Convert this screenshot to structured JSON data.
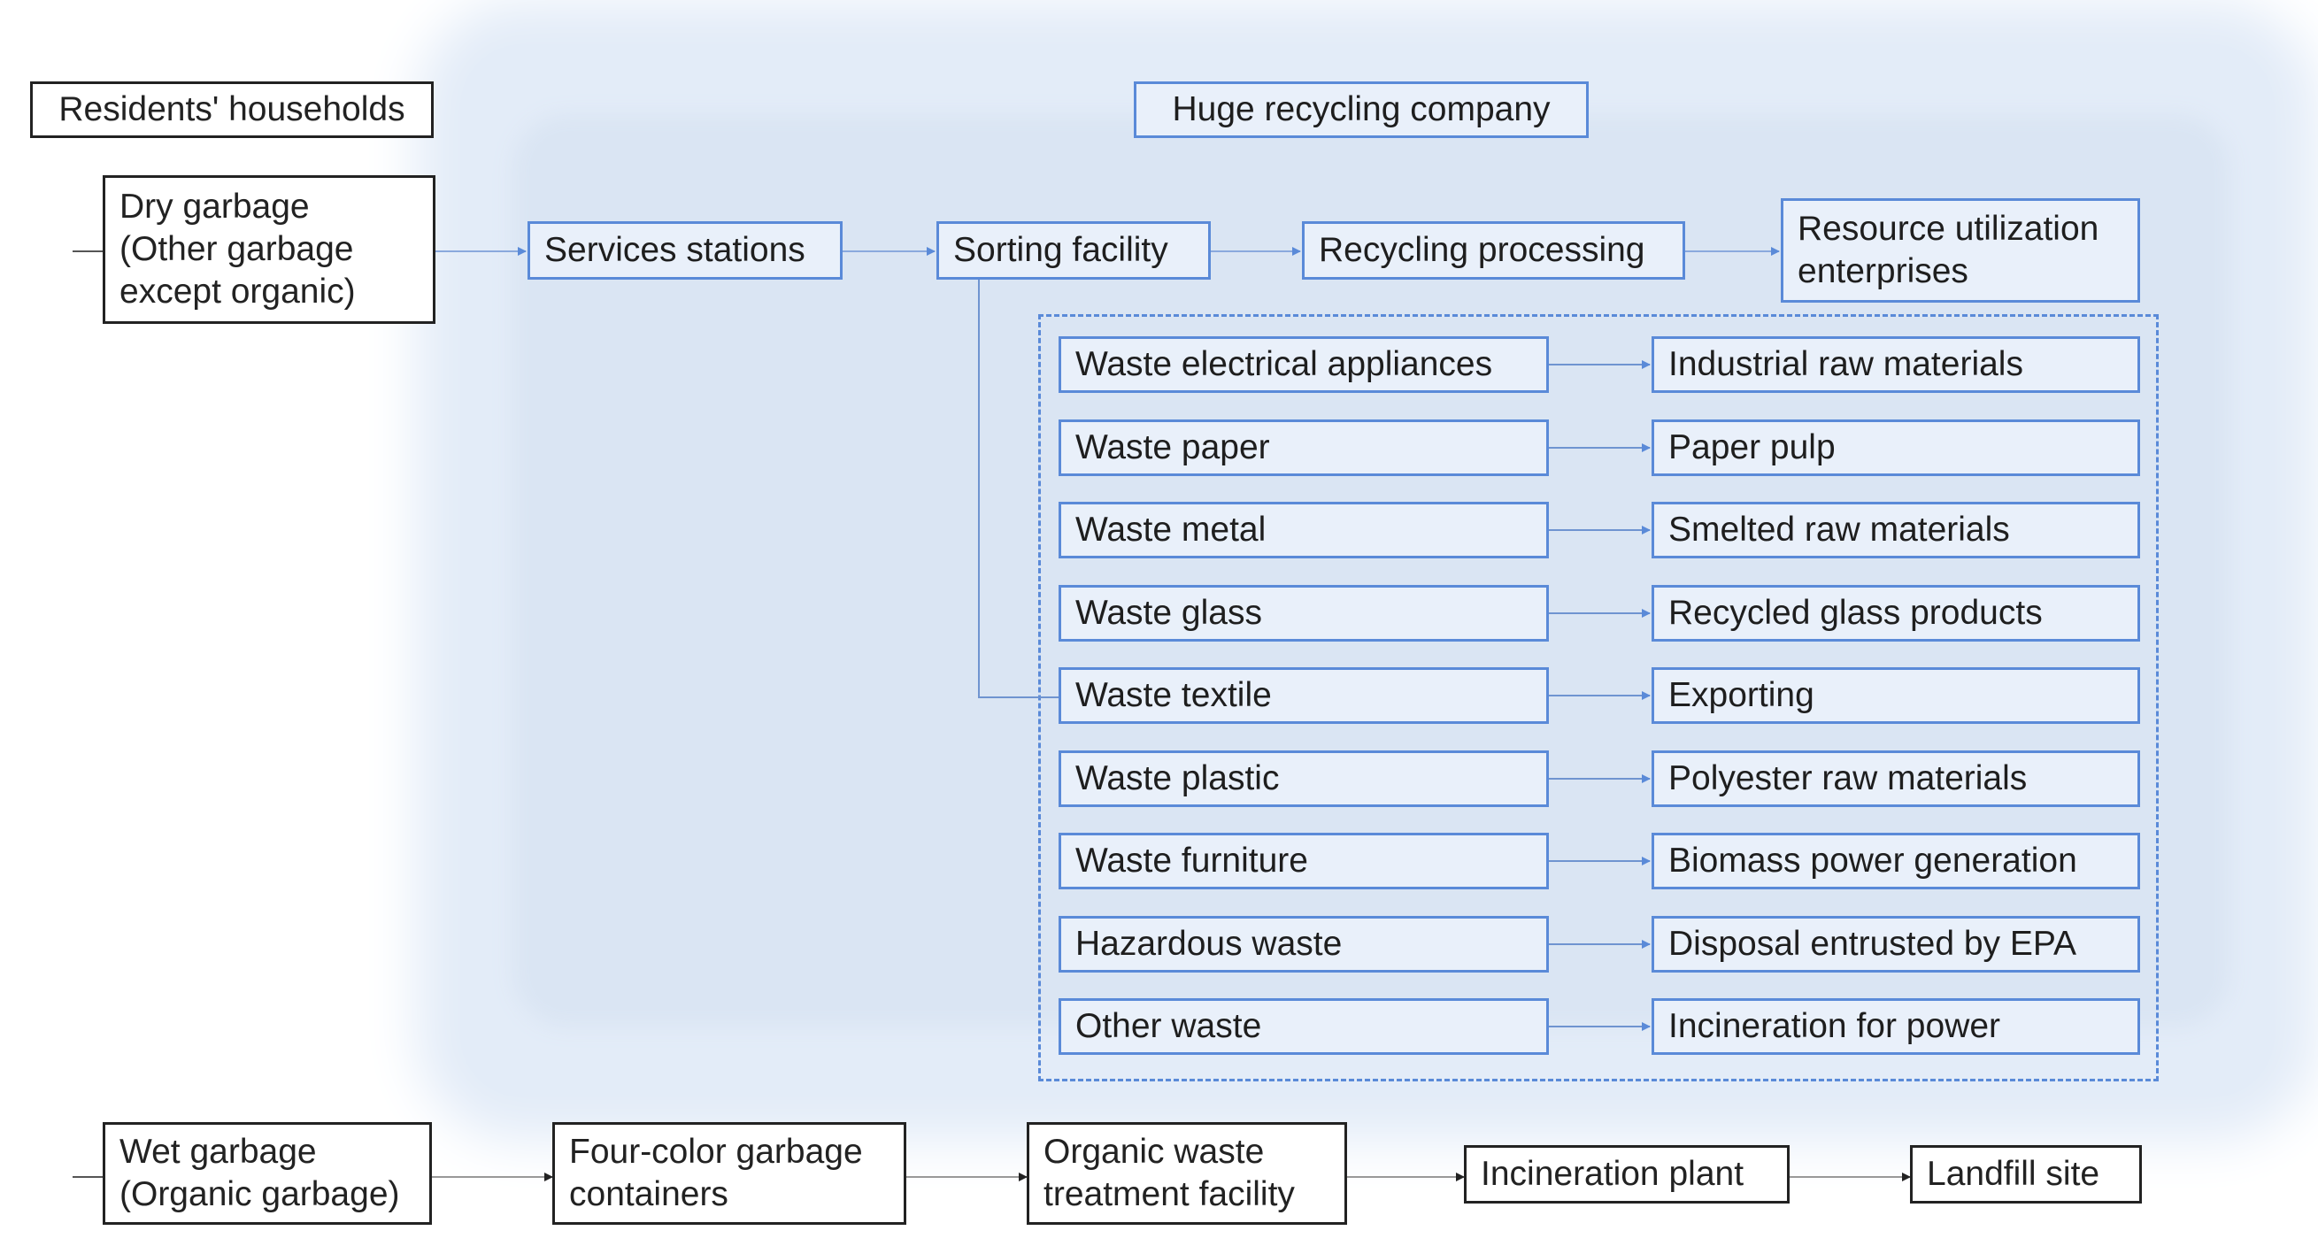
{
  "labels": {
    "residents": "Residents' households",
    "company": "Huge recycling company",
    "dry_garbage": "Dry garbage\n(Other garbage\nexcept organic)",
    "services": "Services stations",
    "sorting": "Sorting facility",
    "recycling": "Recycling processing",
    "resource": "Resource utilization\nenterprises",
    "wet_garbage": "Wet garbage\n(Organic garbage)",
    "containers": "Four-color garbage\ncontainers",
    "organic_facility": "Organic waste\ntreatment facility",
    "incineration_plant": "Incineration plant",
    "landfill": "Landfill site"
  },
  "waste_categories": [
    "Waste electrical appliances",
    "Waste paper",
    "Waste metal",
    "Waste glass",
    "Waste textile",
    "Waste plastic",
    "Waste furniture",
    "Hazardous waste",
    "Other waste"
  ],
  "destinations": [
    "Industrial raw materials",
    "Paper pulp",
    "Smelted raw materials",
    "Recycled glass products",
    "Exporting",
    "Polyester raw materials",
    "Biomass power generation",
    "Disposal entrusted by EPA",
    "Incineration for power"
  ],
  "colors": {
    "accent_blue": "#5a8ad8",
    "box_border_dark": "#222222",
    "glow_background": "#e3ecf8"
  }
}
